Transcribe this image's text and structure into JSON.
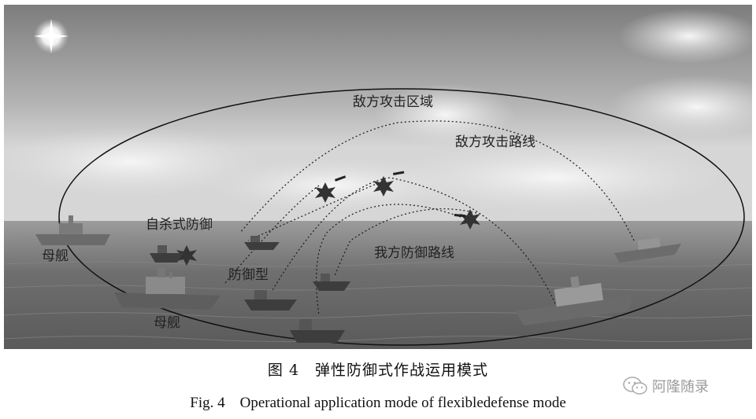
{
  "labels": {
    "enemy_attack_zone": "敌方攻击区域",
    "enemy_attack_route": "敌方攻击路线",
    "suicide_defense": "自杀式防御",
    "defense_type": "防御型",
    "our_defense_route": "我方防御路线",
    "mother_ship_1": "母舰",
    "mother_ship_2": "母舰"
  },
  "caption": {
    "zh": "图 4　弹性防御式作战运用模式",
    "en": "Fig. 4　Operational application mode of flexibledefense mode"
  },
  "watermark": {
    "text": "阿隆随录",
    "icon": "wechat-icon"
  },
  "colors": {
    "sky_top": "#8f8f8f",
    "sea": "#6e6e6e",
    "route_line": "#1a1a1a"
  }
}
